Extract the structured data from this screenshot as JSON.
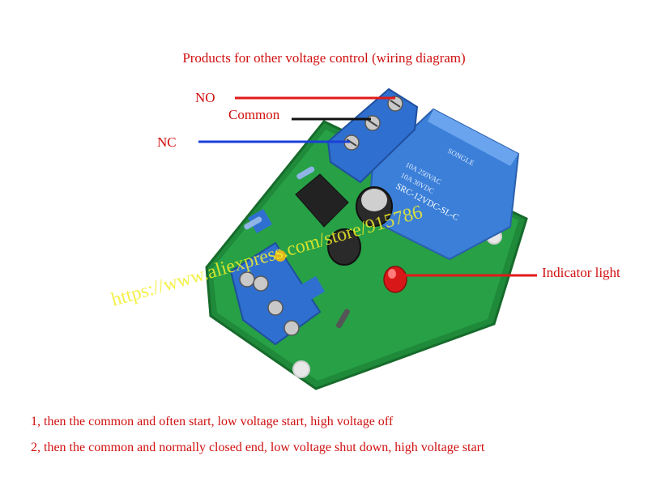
{
  "title": "Products for other voltage control (wiring diagram)",
  "labels": {
    "no": "NO",
    "common": "Common",
    "nc": "NC",
    "indicator": "Indicator light"
  },
  "notes": [
    "1, then the common and often start, low voltage start, high voltage off",
    "2, then the common and normally closed end, low voltage shut down, high voltage start"
  ],
  "relay_text": {
    "brand": "SONGLE",
    "rating1": "10A 250VAC",
    "rating2": "10A 30VDC",
    "model": "SRC-12VDC-SL-C"
  },
  "watermark": "https://www.aliexpress.com/store/915786",
  "colors": {
    "label_red": "#d01010",
    "pcb_green": "#1f8a3a",
    "terminal_blue": "#2f6fd0",
    "relay_blue": "#3b7fd8",
    "wire_no": "#e21a1a",
    "wire_common": "#111111",
    "wire_nc": "#1a3fd8"
  }
}
